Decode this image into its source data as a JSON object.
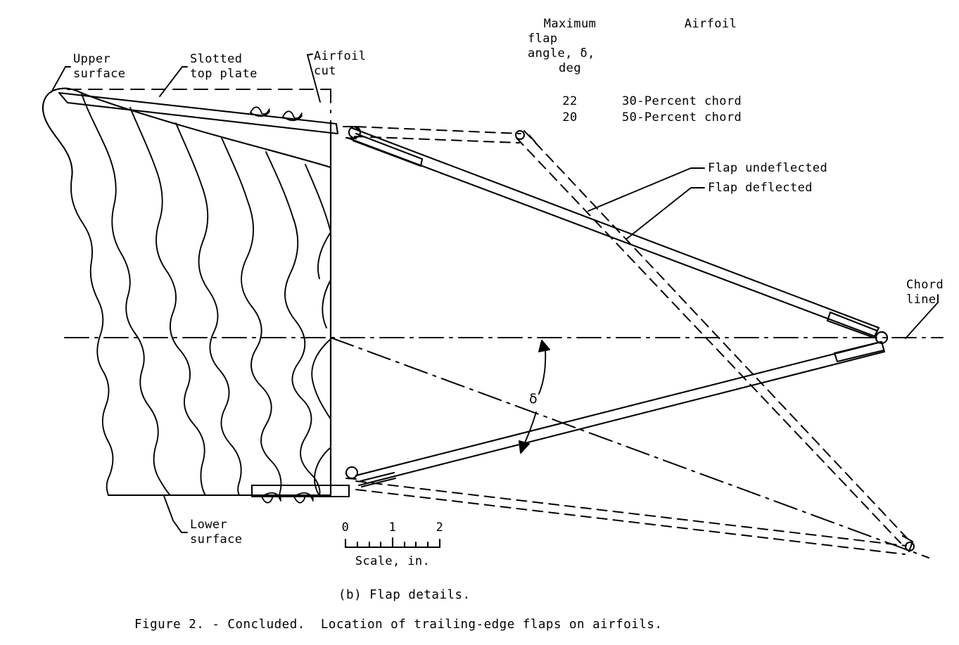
{
  "figure": {
    "subcaption": "(b) Flap details.",
    "caption": "Figure 2. - Concluded.  Location of trailing-edge flaps on airfoils."
  },
  "legend_table": {
    "header_left_lines": [
      "Maximum",
      "flap",
      "angle, δ,",
      "deg"
    ],
    "header_right": "Airfoil",
    "rows": [
      {
        "angle": "22",
        "airfoil": "30-Percent chord"
      },
      {
        "angle": "20",
        "airfoil": "50-Percent chord"
      }
    ]
  },
  "annotations": {
    "upper_surface": "Upper\nsurface",
    "slotted_top_plate": "Slotted\ntop plate",
    "airfoil_cut": "Airfoil\ncut",
    "lower_surface": "Lower\nsurface",
    "flap_undeflected": "Flap undeflected",
    "flap_deflected": "Flap deflected",
    "chord_line": "Chord\nline",
    "delta_symbol": "δ"
  },
  "scale_bar": {
    "label": "Scale, in.",
    "ticks": [
      "0",
      "1",
      "2"
    ],
    "minor_divisions_per_unit": 4
  },
  "colors": {
    "ink": "#000000",
    "paper": "#ffffff"
  }
}
